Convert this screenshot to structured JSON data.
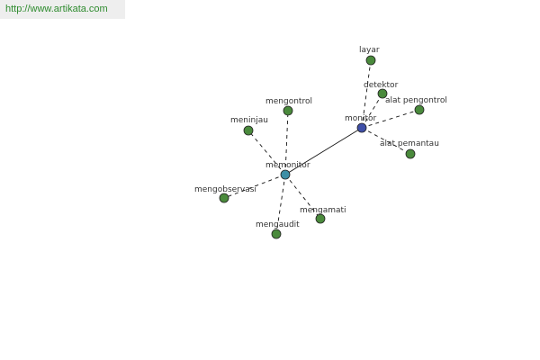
{
  "watermark": {
    "text": "http://www.artikata.com"
  },
  "colors": {
    "leaf_node": "#4a8a3c",
    "center_node": "#3e8fa6",
    "hub_node": "#3f4fa8",
    "edge": "#111111",
    "label": "#333333",
    "watermark_text": "#2e8b2e",
    "watermark_bg": "#eeeeee"
  },
  "graph": {
    "nodes": [
      {
        "id": "memonitor",
        "label": "memonitor",
        "kind": "center"
      },
      {
        "id": "monitor",
        "label": "monitor",
        "kind": "hub"
      },
      {
        "id": "mengontrol",
        "label": "mengontrol",
        "kind": "leaf"
      },
      {
        "id": "meninjau",
        "label": "meninjau",
        "kind": "leaf"
      },
      {
        "id": "mengobservasi",
        "label": "mengobservasi",
        "kind": "leaf"
      },
      {
        "id": "mengaudit",
        "label": "mengaudit",
        "kind": "leaf"
      },
      {
        "id": "mengamati",
        "label": "mengamati",
        "kind": "leaf"
      },
      {
        "id": "layar",
        "label": "layar",
        "kind": "leaf"
      },
      {
        "id": "detektor",
        "label": "detektor",
        "kind": "leaf"
      },
      {
        "id": "alat-pengontrol",
        "label": "alat pengontrol",
        "kind": "leaf"
      },
      {
        "id": "alat-pemantau",
        "label": "alat pemantau",
        "kind": "leaf"
      }
    ],
    "edges": [
      {
        "from": "memonitor",
        "to": "monitor",
        "style": "solid"
      },
      {
        "from": "memonitor",
        "to": "mengontrol",
        "style": "dashed"
      },
      {
        "from": "memonitor",
        "to": "meninjau",
        "style": "dashed"
      },
      {
        "from": "memonitor",
        "to": "mengobservasi",
        "style": "dashed"
      },
      {
        "from": "memonitor",
        "to": "mengaudit",
        "style": "dashed"
      },
      {
        "from": "memonitor",
        "to": "mengamati",
        "style": "dashed"
      },
      {
        "from": "monitor",
        "to": "layar",
        "style": "dashed"
      },
      {
        "from": "monitor",
        "to": "detektor",
        "style": "dashed"
      },
      {
        "from": "monitor",
        "to": "alat-pengontrol",
        "style": "dashed"
      },
      {
        "from": "monitor",
        "to": "alat-pemantau",
        "style": "dashed"
      }
    ]
  }
}
